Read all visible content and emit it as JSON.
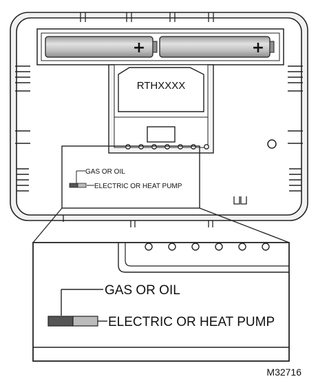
{
  "model_label": "RTHXXXX",
  "battery_polarity": "+",
  "switch_small": {
    "gas_label": "GAS OR OIL",
    "electric_label": "ELECTRIC OR HEAT PUMP"
  },
  "switch_zoom": {
    "gas_label": "GAS OR OIL",
    "electric_label": "ELECTRIC OR HEAT PUMP"
  },
  "figure_code": "M32716",
  "terminal_count": 7,
  "colors": {
    "outline": "#222222",
    "housing_fill": "#ededed",
    "battery_light": "#d4d4d4",
    "battery_dark": "#8a8a8a",
    "switch_dark": "#555555",
    "switch_light": "#b8b8b8"
  }
}
